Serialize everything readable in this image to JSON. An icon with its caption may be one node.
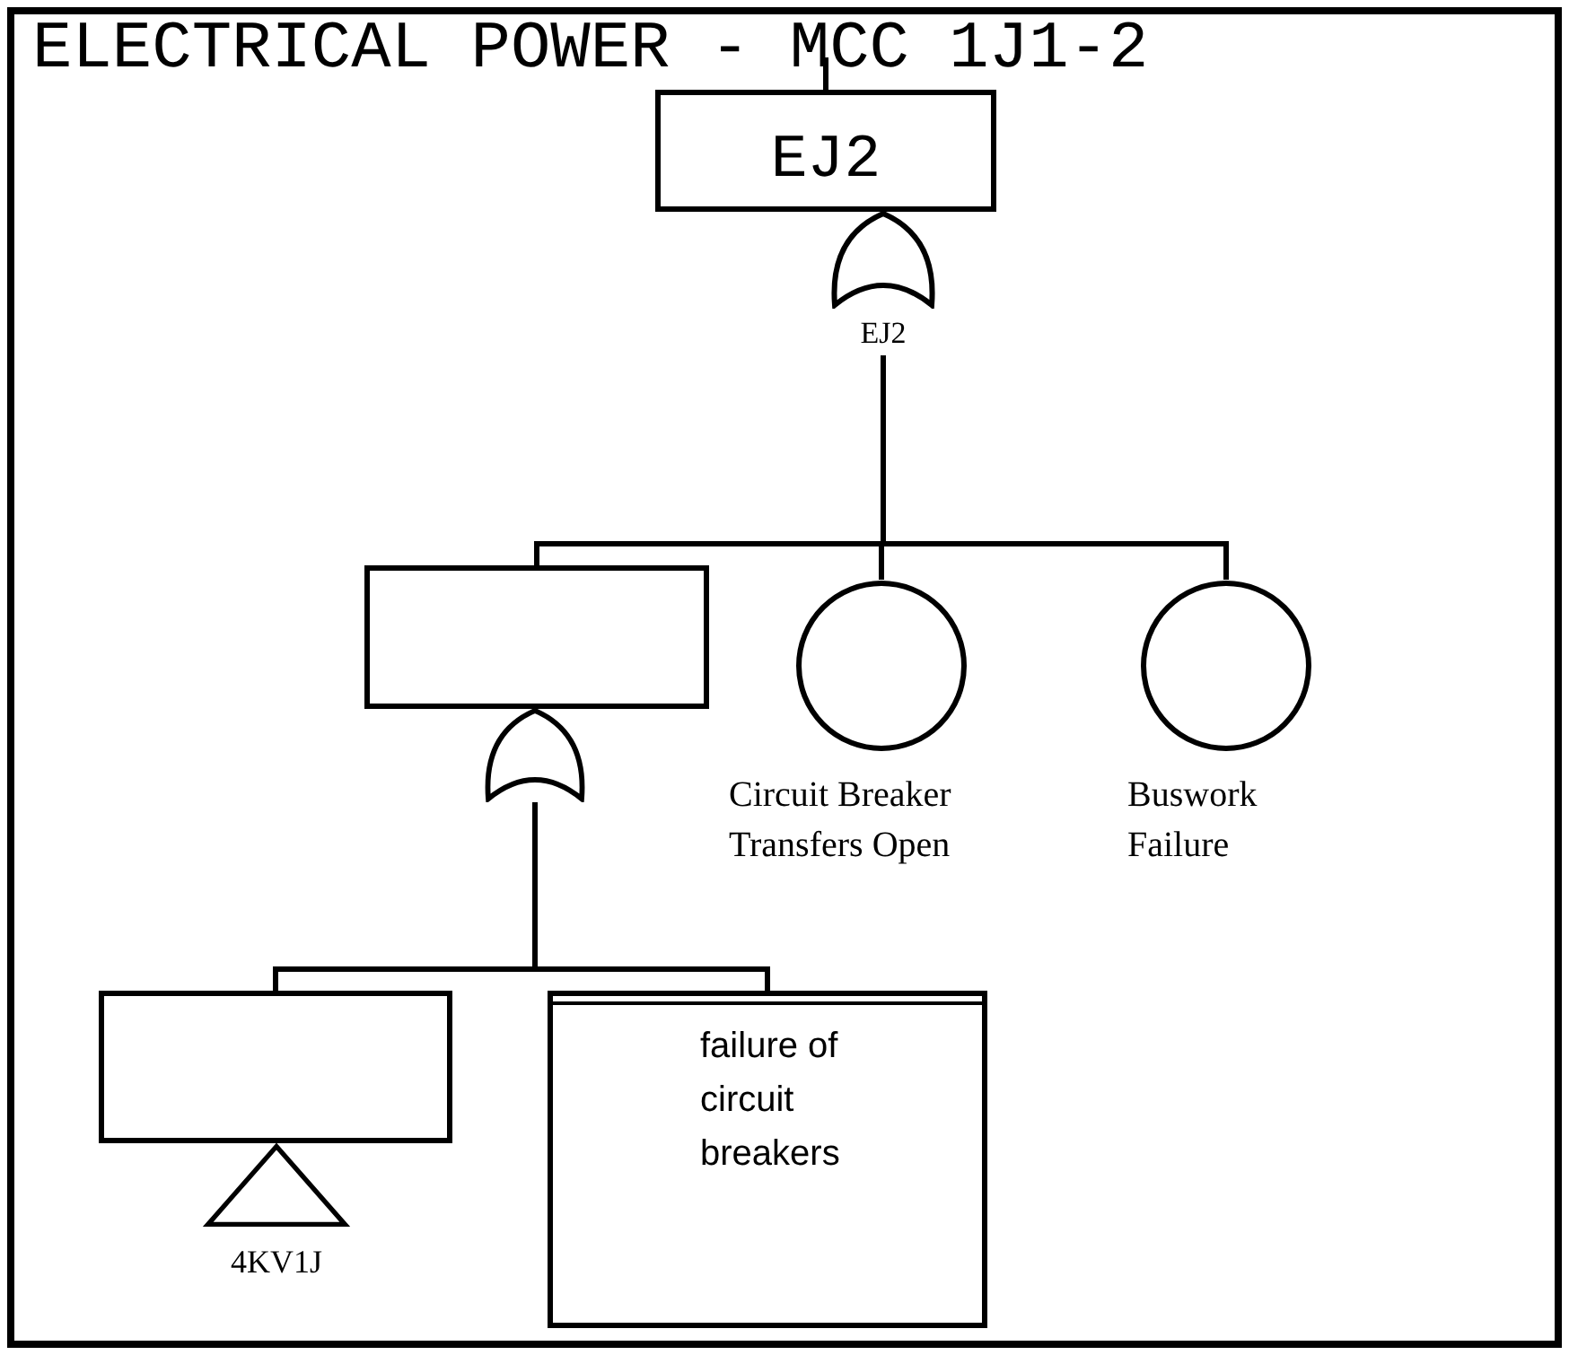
{
  "diagram": {
    "title": "ELECTRICAL POWER - MCC 1J1-2",
    "nodes": [
      {
        "text": [
          "EJ2"
        ]
      },
      {
        "text": [],
        "shape": "gate",
        "beside": [
          "EJ2"
        ]
      },
      {
        "text": [],
        "shape": "box"
      },
      {
        "text": [
          "Circuit Breaker Transfers Open"
        ]
      },
      {
        "text": [
          "Buswork Failure"
        ]
      },
      {
        "text": [],
        "shape": "gate"
      },
      {
        "text": [],
        "shape": "box"
      },
      {
        "text": [
          "failure of circuit breakers"
        ]
      },
      {
        "text": [
          "4KV1J"
        ]
      }
    ],
    "edges": [
      {
        "from": null,
        "to": 0,
        "arrow": "none"
      },
      {
        "from": 1,
        "to": 2,
        "arrow": "none"
      },
      {
        "from": 1,
        "to": 3,
        "arrow": "none"
      },
      {
        "from": 1,
        "to": 4,
        "arrow": "none"
      },
      {
        "from": 5,
        "to": 6,
        "arrow": "none"
      },
      {
        "from": 5,
        "to": 7,
        "arrow": "none"
      }
    ]
  }
}
